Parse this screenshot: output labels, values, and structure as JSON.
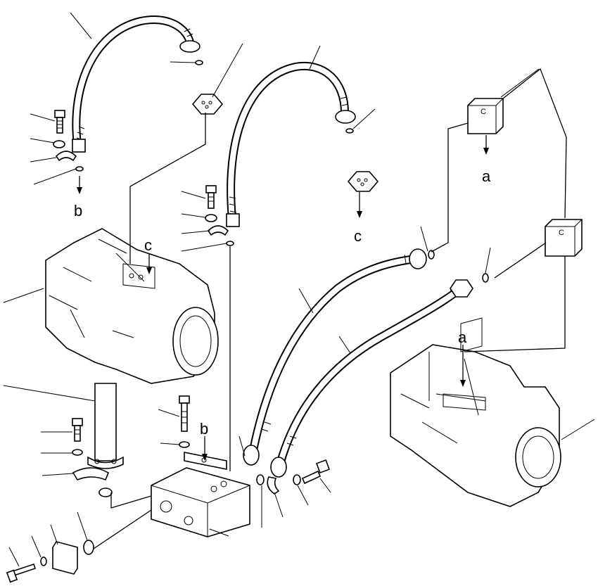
{
  "callouts": [
    {
      "id": "upper-left-b",
      "label": "b"
    },
    {
      "id": "upper-left-c",
      "label": "c"
    },
    {
      "id": "center-c",
      "label": "c"
    },
    {
      "id": "right-a",
      "label": "a"
    },
    {
      "id": "right-pump-a",
      "label": "a"
    },
    {
      "id": "valve-b",
      "label": "b"
    }
  ]
}
